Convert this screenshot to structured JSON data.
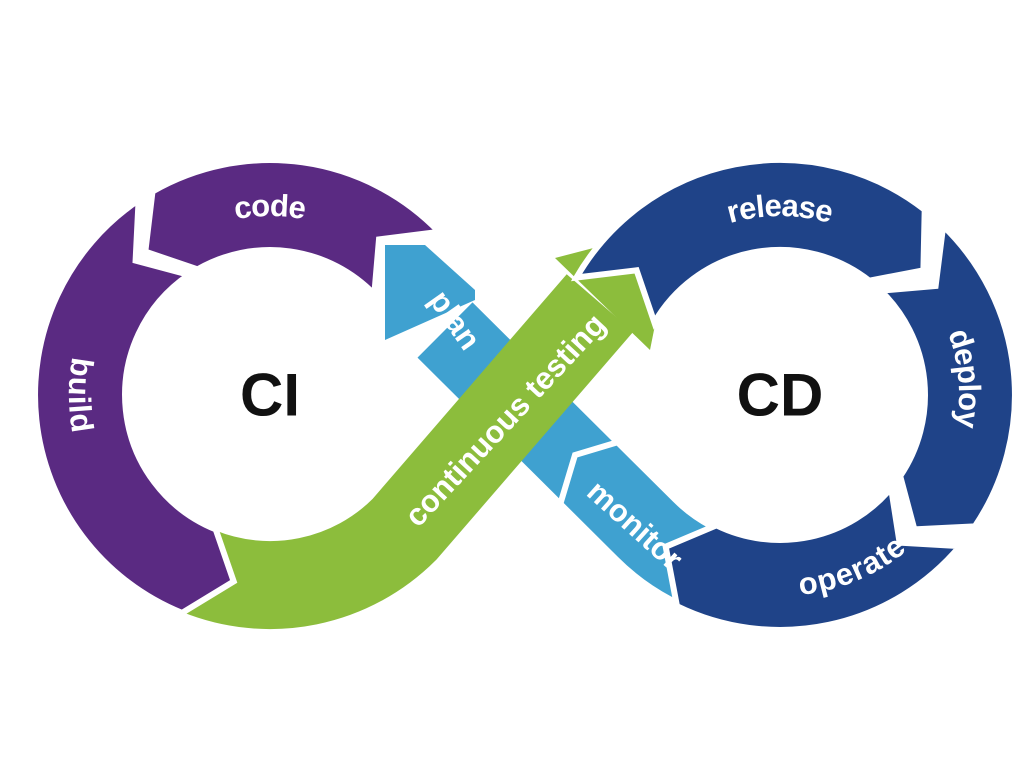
{
  "diagram": {
    "left_center": "CI",
    "right_center": "CD",
    "stages": {
      "code": "code",
      "build": "build",
      "continuous_testing": "continuous testing",
      "plan": "plan",
      "release": "release",
      "deploy": "deploy",
      "operate": "operate",
      "monitor": "monitor"
    },
    "colors": {
      "purple": "#5a2a82",
      "green": "#8cbd3c",
      "light_blue": "#3fa1d0",
      "dark_blue": "#1f4388",
      "background": "#ffffff"
    }
  }
}
